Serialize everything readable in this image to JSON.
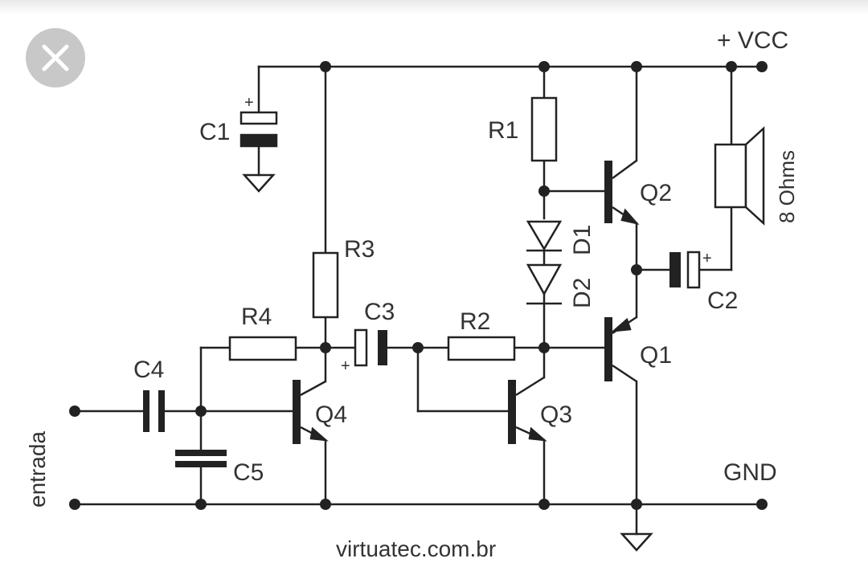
{
  "colors": {
    "wire": "#222222",
    "label": "#333333",
    "close_bg": "#c8c8c8"
  },
  "icons": {
    "close": "close-icon"
  },
  "diagram": {
    "labels": {
      "vcc": "+ VCC",
      "gnd": "GND",
      "input": "entrada",
      "speaker": "8 Ohms",
      "credit": "virtuatec.com.br",
      "plus": "+"
    },
    "components": {
      "C1": "C1",
      "C2": "C2",
      "C3": "C3",
      "C4": "C4",
      "C5": "C5",
      "R1": "R1",
      "R2": "R2",
      "R3": "R3",
      "R4": "R4",
      "D1": "D1",
      "D2": "D2",
      "Q1": "Q1",
      "Q2": "Q2",
      "Q3": "Q3",
      "Q4": "Q4"
    }
  }
}
